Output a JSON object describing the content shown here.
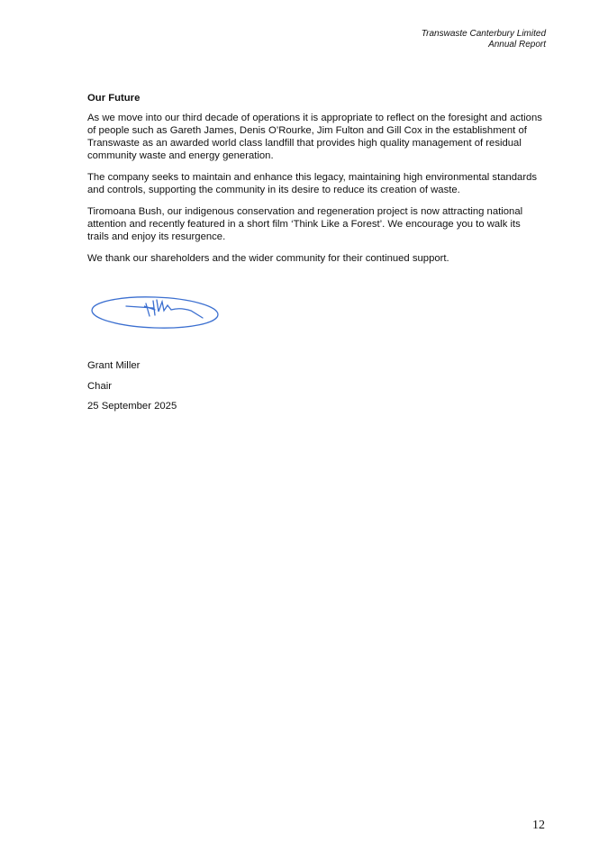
{
  "header": {
    "company": "Transwaste Canterbury Limited",
    "report": "Annual Report"
  },
  "section": {
    "heading": "Our Future",
    "paragraphs": [
      [
        "As we move into our third decade of operations it is appropriate to reflect on the foresight and actions",
        "of people such as Gareth James, Denis O’Rourke, Jim Fulton and Gill Cox in the establishment of",
        "Transwaste as an awarded world class landfill that provides high quality management of residual",
        "community waste and energy generation."
      ],
      [
        "The company seeks to maintain and enhance this legacy, maintaining high environmental standards",
        "and controls, supporting the community in its desire to reduce its creation of waste."
      ],
      [
        "Tiromoana Bush, our indigenous conservation and regeneration project is now attracting national",
        "attention and recently featured in a short film ‘Think Like a Forest’.  We encourage you to walk its",
        "trails and enjoy its resurgence."
      ],
      [
        "We thank our shareholders and the wider community for their continued support."
      ]
    ]
  },
  "signatory": {
    "name": "Grant Miller",
    "title": "Chair",
    "date": "25 September 2025"
  },
  "page_number": "12",
  "colors": {
    "signature_ink": "#3b6fd0"
  }
}
